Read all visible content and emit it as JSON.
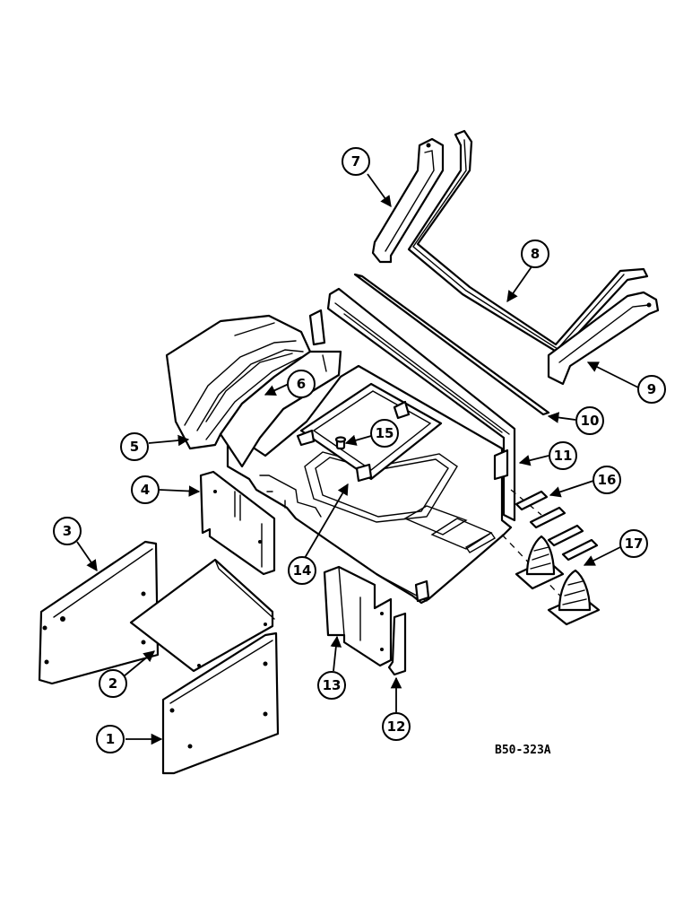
{
  "callouts": [
    {
      "label": "1"
    },
    {
      "label": "2"
    },
    {
      "label": "3"
    },
    {
      "label": "4"
    },
    {
      "label": "5"
    },
    {
      "label": "6"
    },
    {
      "label": "7"
    },
    {
      "label": "8"
    },
    {
      "label": "9"
    },
    {
      "label": "10"
    },
    {
      "label": "11"
    },
    {
      "label": "12"
    },
    {
      "label": "13"
    },
    {
      "label": "14"
    },
    {
      "label": "15"
    },
    {
      "label": "16"
    },
    {
      "label": "17"
    }
  ],
  "reference_code": "B50-323A"
}
